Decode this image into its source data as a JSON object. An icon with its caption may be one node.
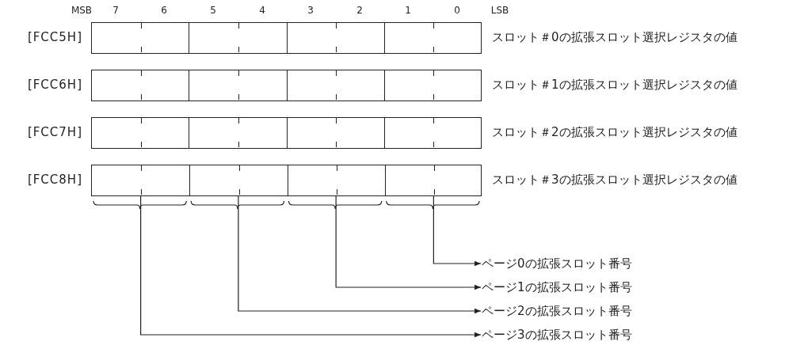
{
  "diagram": {
    "nodes": [
      {
        "text": [
          "[FCC5H]"
        ],
        "beside": [
          "スロット＃0の拡張スロット選択レジスタの値"
        ]
      },
      {
        "text": [
          "[FCC6H]"
        ],
        "beside": [
          "スロット＃1の拡張スロット選択レジスタの値"
        ]
      },
      {
        "text": [
          "[FCC7H]"
        ],
        "beside": [
          "スロット＃2の拡張スロット選択レジスタの値"
        ]
      },
      {
        "text": [
          "[FCC8H]"
        ],
        "beside": [
          "スロット＃3の拡張スロット選択レジスタの値"
        ]
      },
      {
        "text": [],
        "shape": "box",
        "in": 3
      },
      {
        "text": [],
        "shape": "box",
        "in": 3
      },
      {
        "text": [],
        "shape": "box",
        "in": 3
      },
      {
        "text": [],
        "shape": "box",
        "in": 3
      },
      {
        "text": [
          "ページ0の拡張スロット番号"
        ]
      },
      {
        "text": [
          "ページ1の拡張スロット番号"
        ]
      },
      {
        "text": [
          "ページ2の拡張スロット番号"
        ]
      },
      {
        "text": [
          "ページ3の拡張スロット番号"
        ]
      }
    ],
    "edges": [
      {
        "from": 7,
        "to": 8,
        "arrow": "to"
      },
      {
        "from": 6,
        "to": 9,
        "arrow": "to"
      },
      {
        "from": 5,
        "to": 10,
        "arrow": "to"
      },
      {
        "from": 4,
        "to": 11,
        "arrow": "to"
      }
    ],
    "labels": [
      "MSB",
      "7",
      "6",
      "5",
      "4",
      "3",
      "2",
      "1",
      "0",
      "LSB"
    ]
  }
}
